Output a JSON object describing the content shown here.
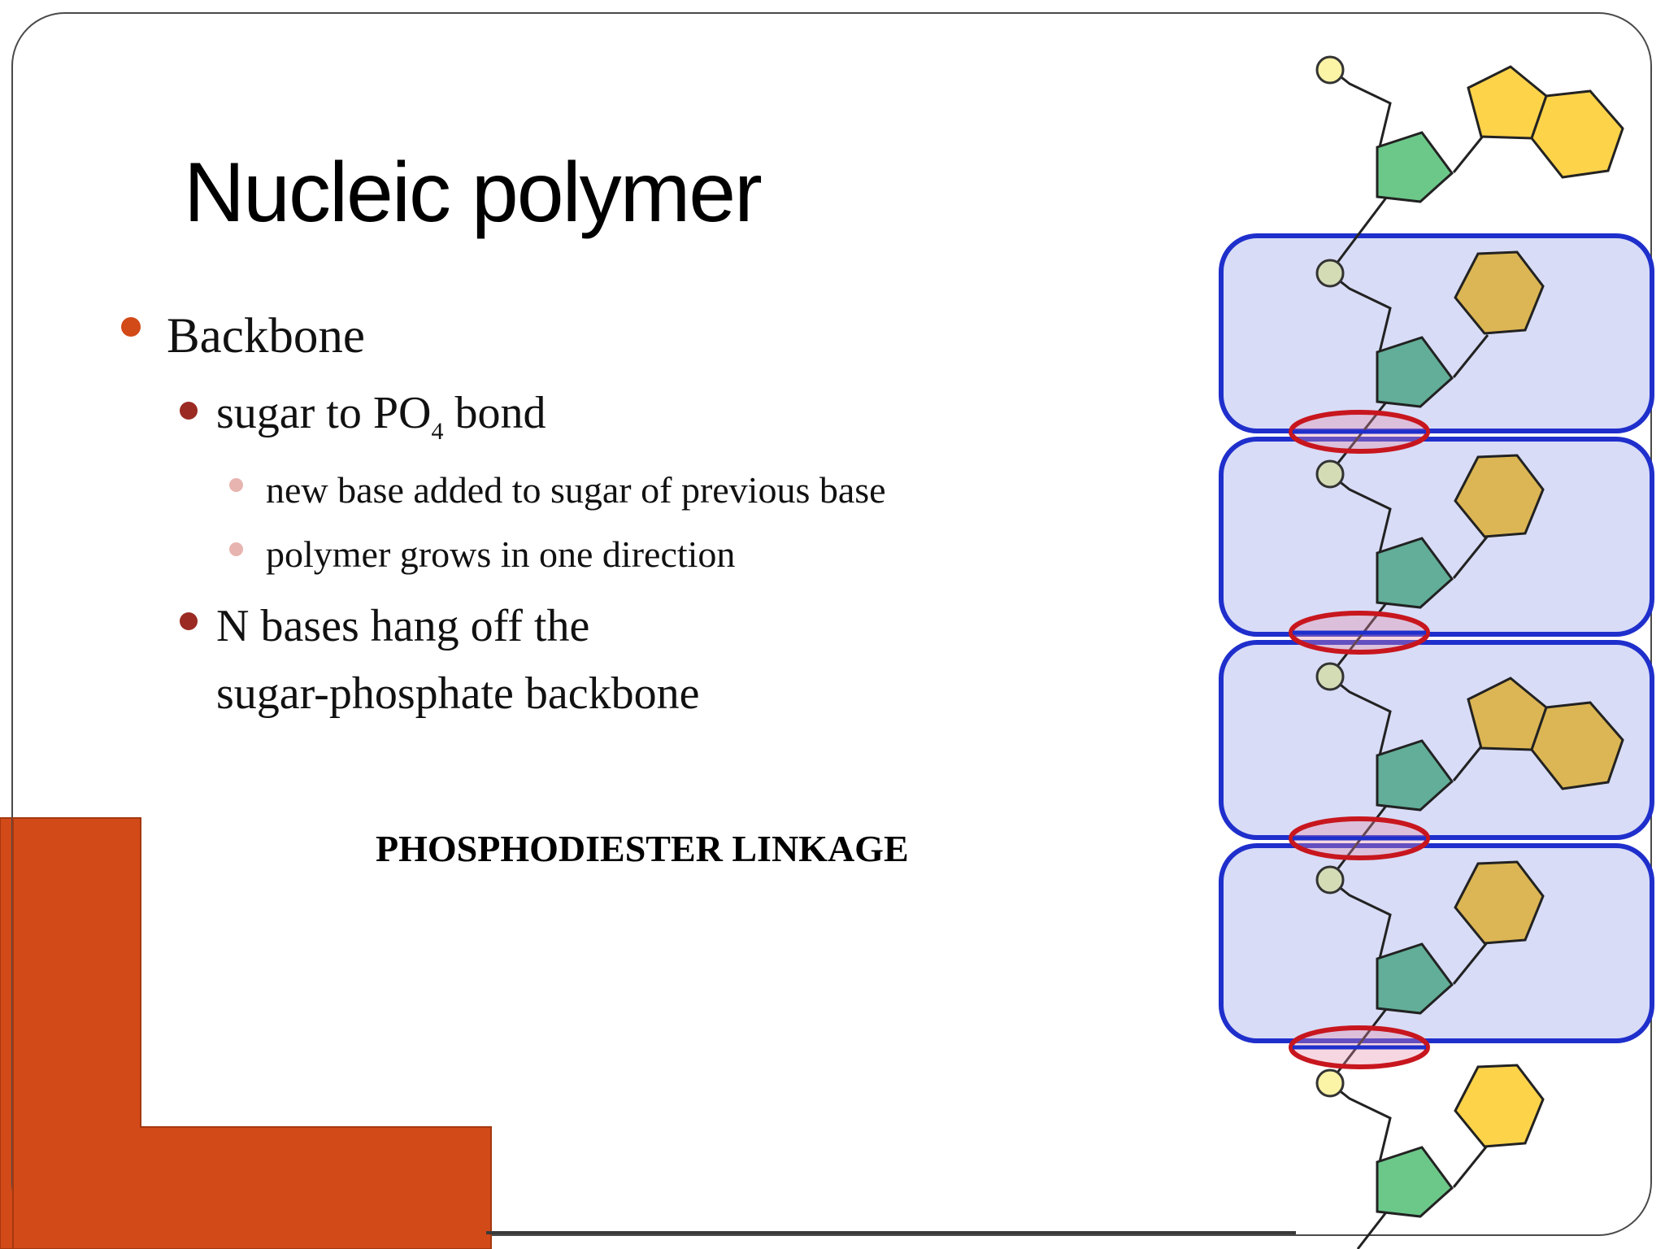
{
  "slide": {
    "title": "Nucleic polymer",
    "bullets": [
      {
        "level": 1,
        "text": "Backbone"
      },
      {
        "level": 2,
        "text_before": "sugar to PO",
        "subscript": "4",
        "text_after": " bond"
      },
      {
        "level": 3,
        "text": "new base added to sugar of previous base"
      },
      {
        "level": 3,
        "text": "polymer grows in one direction"
      },
      {
        "level": 2,
        "lines": [
          "N bases hang off the",
          "sugar-phosphate backbone"
        ]
      }
    ],
    "caption": "PHOSPHODIESTER LINKAGE"
  },
  "colors": {
    "accent_orange": "#d24a18",
    "bullet_level1": "#d24a18",
    "bullet_level2": "#9a2a22",
    "bullet_level3": "#e8b4b0",
    "phosphate_yellow": "#fbf3a6",
    "phosphate_grey": "#d4dcb6",
    "sugar_green": "#6cc889",
    "sugar_teal": "#62ae98",
    "base_yellow": "#fdd34a",
    "base_tan": "#dcb654",
    "highlight_fill": "#d8dcf6",
    "highlight_border": "#1f2fcc",
    "linkage_ring": "#c8161e"
  },
  "diagram": {
    "name": "nucleotide-chain",
    "highlighted_units": 4,
    "linkages": 4
  }
}
